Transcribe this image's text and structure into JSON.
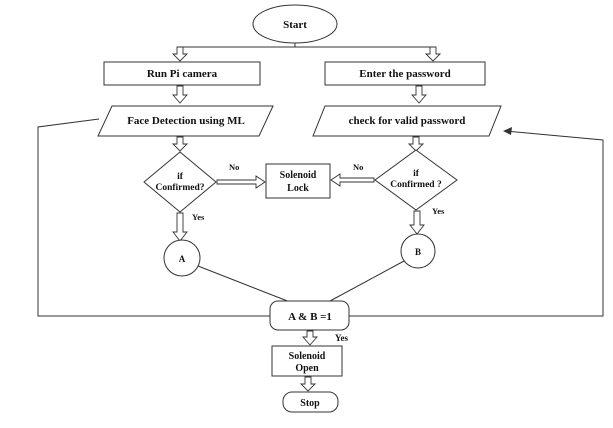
{
  "flowchart": {
    "start": "Start",
    "left_branch": {
      "camera": "Run Pi camera",
      "detection": "Face Detection using ML",
      "decision_line1": "if",
      "decision_line2": "Confirmed?",
      "connector": "A"
    },
    "right_branch": {
      "password_entry": "Enter the password",
      "password_check": "check for valid password",
      "decision_line1": "if",
      "decision_line2": "Confirmed ?",
      "connector": "B"
    },
    "lock_line1": "Solenoid",
    "lock_line2": "Lock",
    "labels": {
      "no_left": "No",
      "no_right": "No",
      "yes_left": "Yes",
      "yes_right": "Yes",
      "yes_bottom": "Yes"
    },
    "combine": "A & B =1",
    "open_line1": "Solenoid",
    "open_line2": "Open",
    "stop": "Stop"
  }
}
